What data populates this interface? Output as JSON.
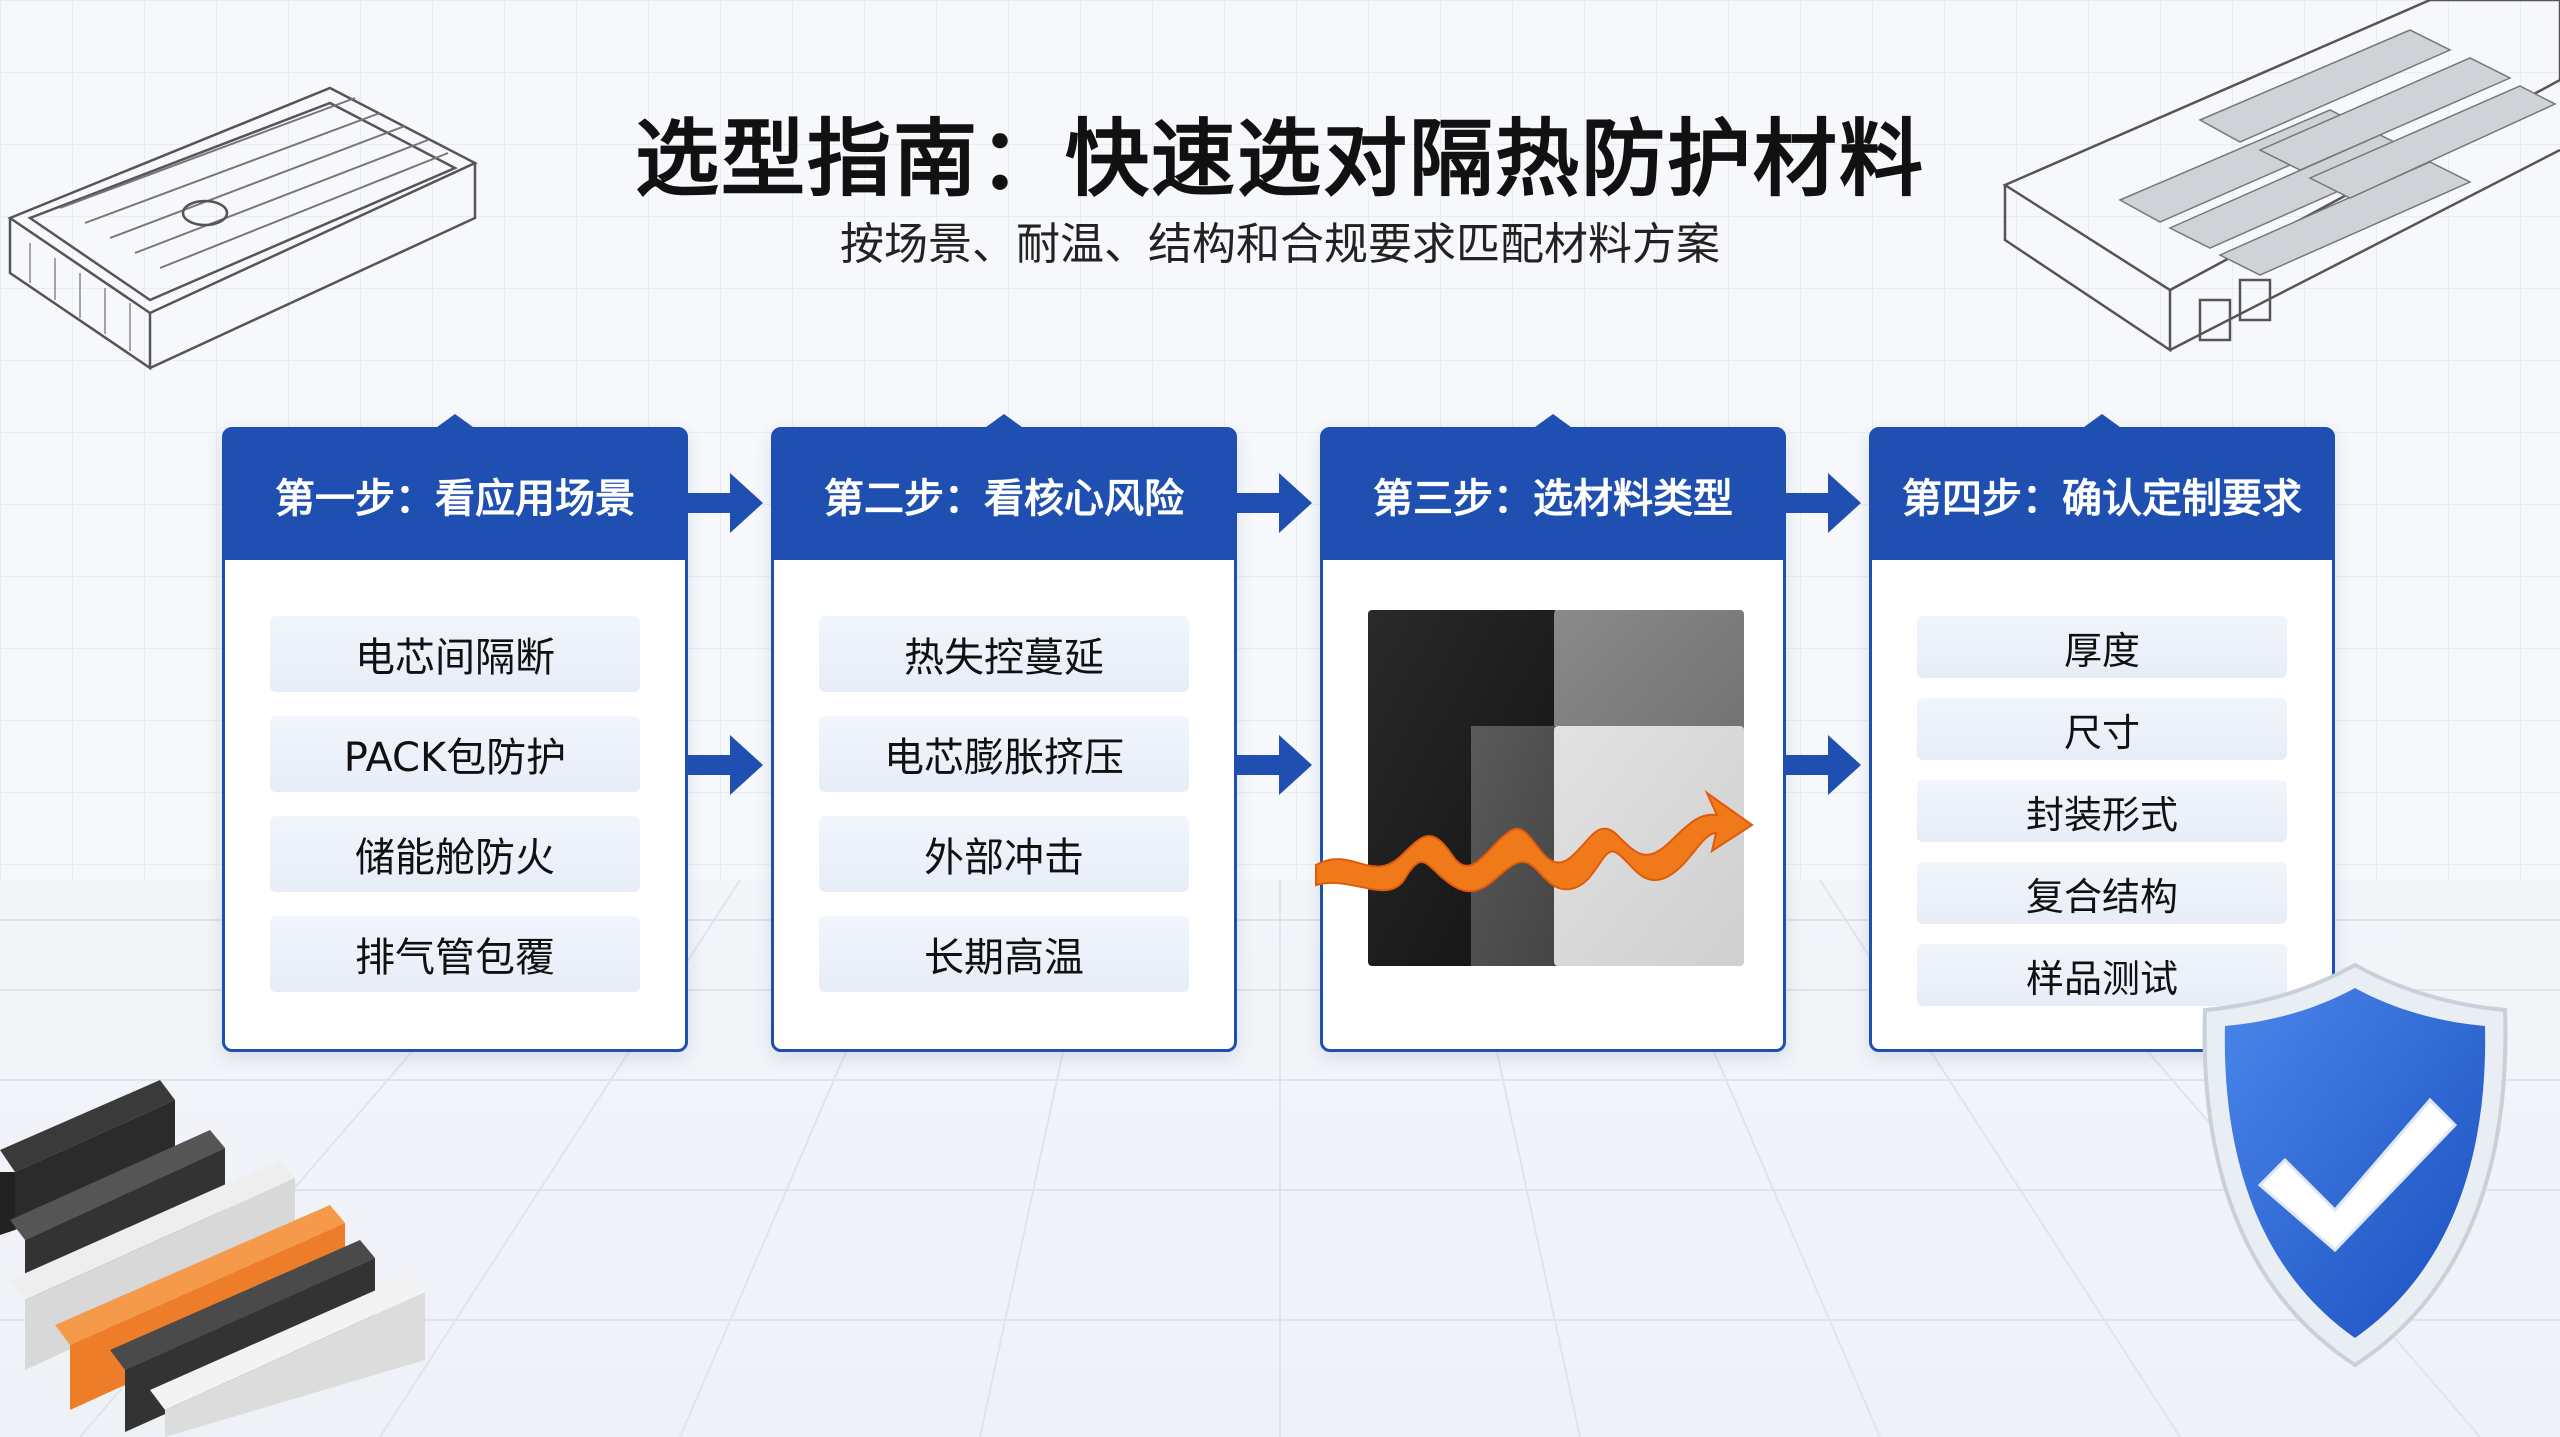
{
  "title": "选型指南：快速选对隔热防护材料",
  "subtitle": "按场景、耐温、结构和合规要求匹配材料方案",
  "colors": {
    "brand": "#1f4fb0",
    "accent_orange": "#f07a1a",
    "shield": "#1f5fd0"
  },
  "steps": [
    {
      "title": "第一步：看应用场景",
      "items": [
        "电芯间隔断",
        "PACK包防护",
        "储能舱防火",
        "排气管包覆"
      ]
    },
    {
      "title": "第二步：看核心风险",
      "items": [
        "热失控蔓延",
        "电芯膨胀挤压",
        "外部冲击",
        "长期高温"
      ]
    },
    {
      "title": "第三步：选材料类型",
      "items": []
    },
    {
      "title": "第四步：确认定制要求",
      "items": [
        "厚度",
        "尺寸",
        "封装形式",
        "复合结构",
        "样品测试"
      ]
    }
  ],
  "icons": [
    "arrow-right-icon",
    "shield-check-icon",
    "flame-wave-icon",
    "battery-pack-icon"
  ]
}
